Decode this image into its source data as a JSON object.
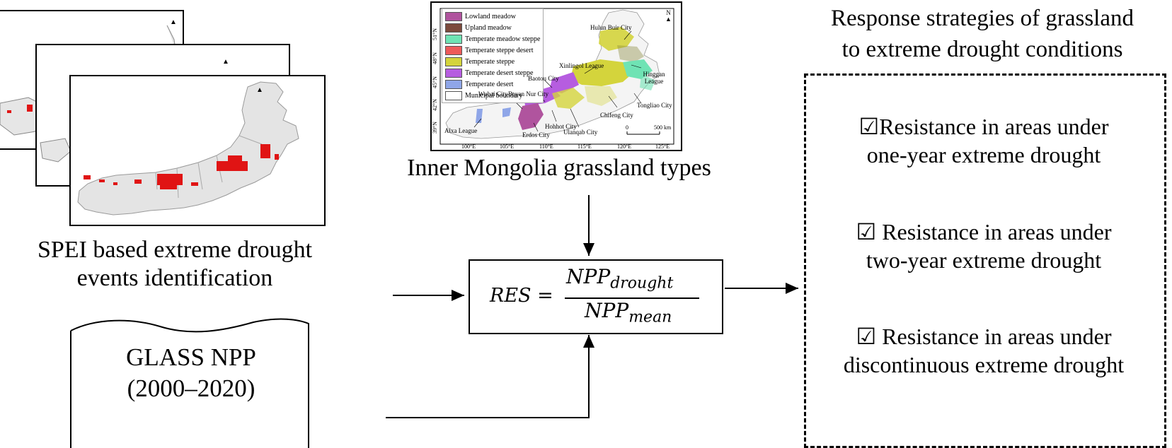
{
  "strategies_title": {
    "line1": "Response strategies of grassland",
    "line2": "to extreme drought conditions"
  },
  "map_caption_left": {
    "line1": "SPEI based extreme drought",
    "line2": "events identification"
  },
  "map_caption_center": "Inner Mongolia grassland types",
  "glass": {
    "line1": "GLASS NPP",
    "line2": "(2000–2020)"
  },
  "formula": {
    "lhs": "RES =",
    "numerator": "NPP",
    "numerator_sub": "drought",
    "denominator": "NPP",
    "denominator_sub": "mean"
  },
  "strategies": [
    {
      "line1": "☑Resistance in areas under",
      "line2": "one-year extreme drought"
    },
    {
      "line1": "☑ Resistance in areas under",
      "line2": "two-year extreme drought"
    },
    {
      "line1": "☑ Resistance in areas under",
      "line2": "discontinuous extreme drought"
    }
  ],
  "legend": [
    {
      "label": "Lowland meadow",
      "color": "#b0549e"
    },
    {
      "label": "Upland meadow",
      "color": "#7b4a3c"
    },
    {
      "label": "Temperate meadow steppe",
      "color": "#6fe3b4"
    },
    {
      "label": "Temperate steppe desert",
      "color": "#ee5a5a"
    },
    {
      "label": "Temperate steppe",
      "color": "#d4d43c"
    },
    {
      "label": "Temperate desert steppe",
      "color": "#b65de0"
    },
    {
      "label": "Temperate desert",
      "color": "#8fa6e8"
    },
    {
      "label": "Municipal boundary",
      "color": "#ffffff"
    }
  ],
  "city_labels": [
    "Hulun Buir City",
    "Xinlingol League",
    "Hinggan League",
    "Baotou City",
    "Wuhai City",
    "Bayan Nur City",
    "Chifeng City",
    "Tongliao City",
    "Alxa League",
    "Hohhot City",
    "Erdos City",
    "Ulanqab City"
  ],
  "lon_ticks": [
    "100°E",
    "105°E",
    "110°E",
    "115°E",
    "120°E",
    "125°E"
  ],
  "lat_ticks": [
    "51°N",
    "48°N",
    "45°N",
    "42°N",
    "39°N"
  ],
  "scale": {
    "zero": "0",
    "km": "500 km"
  },
  "north": "N",
  "colors": {
    "drought_red": "#e01414",
    "region_gray": "#e6e6e6"
  }
}
